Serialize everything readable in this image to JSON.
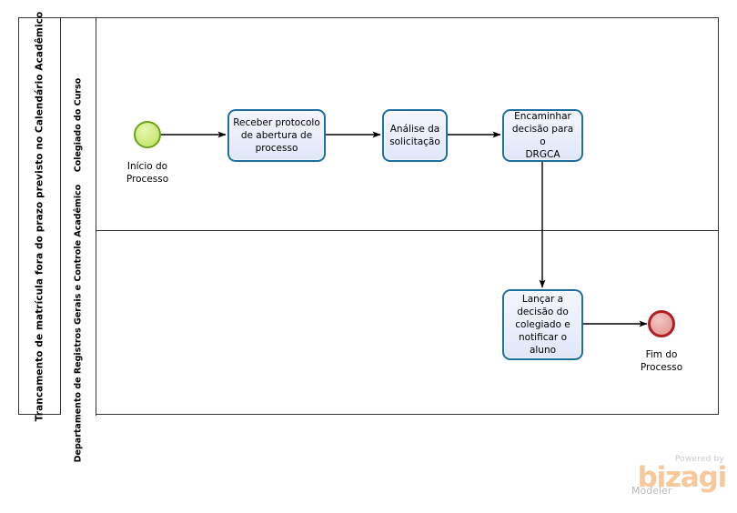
{
  "diagram": {
    "type": "bpmn-process",
    "pool": {
      "title": "Trancamento de matrícula fora do prazo previsto no Calendário Acadêmico",
      "lanes": [
        {
          "id": "lane-colegiado",
          "label": "Colegiado do Curso"
        },
        {
          "id": "lane-drgca",
          "label": "Departamento de Registros Gerais e\nControle Acadêmico"
        }
      ]
    },
    "nodes": [
      {
        "id": "start-event",
        "kind": "start-event",
        "lane": "lane-colegiado",
        "label": "Início do\nProcesso",
        "fill": "#d5f08a",
        "stroke": "#6aa313"
      },
      {
        "id": "task-receber-protocolo",
        "kind": "task",
        "lane": "lane-colegiado",
        "label": "Receber protocolo\nde abertura de\nprocesso"
      },
      {
        "id": "task-analise-solicitacao",
        "kind": "task",
        "lane": "lane-colegiado",
        "label": "Análise da\nsolicitação"
      },
      {
        "id": "task-encaminhar-decisao",
        "kind": "task",
        "lane": "lane-colegiado",
        "label": "Encaminhar\ndecisão para o\nDRGCA"
      },
      {
        "id": "task-lancar-decisao",
        "kind": "task",
        "lane": "lane-drgca",
        "label": "Lançar a\ndecisão do\ncolegiado e\nnotificar o\naluno"
      },
      {
        "id": "end-event",
        "kind": "end-event",
        "lane": "lane-drgca",
        "label": "Fim do\nProcesso",
        "fill": "#eba8a4",
        "stroke": "#ad1f20"
      }
    ],
    "flows": [
      {
        "id": "flow-start-to-receber",
        "from": "start-event",
        "to": "task-receber-protocolo"
      },
      {
        "id": "flow-receber-to-analise",
        "from": "task-receber-protocolo",
        "to": "task-analise-solicitacao"
      },
      {
        "id": "flow-analise-to-encaminhar",
        "from": "task-analise-solicitacao",
        "to": "task-encaminhar-decisao"
      },
      {
        "id": "flow-encaminhar-to-lancar",
        "from": "task-encaminhar-decisao",
        "to": "task-lancar-decisao"
      },
      {
        "id": "flow-lancar-to-end",
        "from": "task-lancar-decisao",
        "to": "end-event"
      }
    ],
    "task_style": {
      "stroke": "#1f6f9e",
      "fill": "#eef1fb"
    },
    "connector_color": "#000000"
  },
  "branding": {
    "powered_by": "Powered by",
    "product": "bizagi",
    "edition": "Modeler",
    "product_color": "#f6c89a",
    "text_color": "#c0c0c0"
  }
}
